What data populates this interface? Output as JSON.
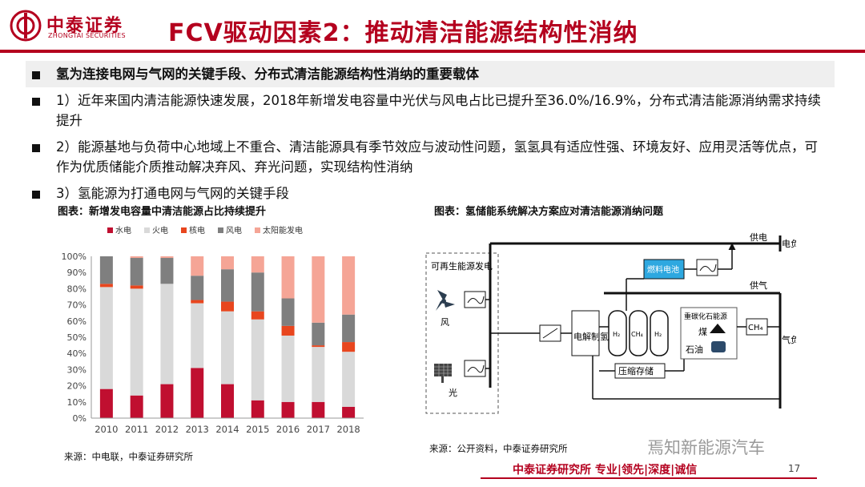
{
  "header": {
    "logo_cn": "中泰证券",
    "logo_en": "ZHONGTAI SECURITIES",
    "title": "FCV驱动因素2：推动清洁能源结构性消纳"
  },
  "bullets": [
    "氢为连接电网与气网的关键手段、分布式清洁能源结构性消纳的重要载体",
    "1）近年来国内清洁能源快速发展，2018年新增发电容量中光伏与风电占比已提升至36.0%/16.9%，分布式清洁能源消纳需求持续提升",
    "2）能源基地与负荷中心地域上不重合、清洁能源具有季节效应与波动性问题，氢氢具有适应性强、环境友好、应用灵活等优点，可作为优质储能介质推动解决弃风、弃光问题，实现结构性消纳",
    "3）氢能源为打通电网与气网的关键手段"
  ],
  "left_panel": {
    "caption": "图表：新增发电容量中清洁能源占比持续提升",
    "source": "来源：中电联，中泰证券研究所"
  },
  "right_panel": {
    "caption": "图表：氢储能系统解决方案应对清洁能源消纳问题",
    "source": "来源：公开资料，中泰证券研究所"
  },
  "chart_data": {
    "type": "bar",
    "stacked": true,
    "categories": [
      "2010",
      "2011",
      "2012",
      "2013",
      "2014",
      "2015",
      "2016",
      "2017",
      "2018"
    ],
    "y_ticks": [
      "0%",
      "10%",
      "20%",
      "30%",
      "40%",
      "50%",
      "60%",
      "70%",
      "80%",
      "90%",
      "100%"
    ],
    "ylim": [
      0,
      100
    ],
    "legend_position": "top",
    "series": [
      {
        "name": "水电",
        "color": "#c00f30",
        "values": [
          18,
          14,
          21,
          31,
          21,
          11,
          10,
          10,
          7
        ]
      },
      {
        "name": "火电",
        "color": "#d9d9d9",
        "values": [
          63,
          66,
          62,
          40,
          45,
          50,
          41,
          34,
          34
        ]
      },
      {
        "name": "核电",
        "color": "#e8461e",
        "values": [
          2,
          2,
          0,
          2,
          6,
          5,
          6,
          1,
          6
        ]
      },
      {
        "name": "风电",
        "color": "#7f7f7f",
        "values": [
          17,
          17,
          16,
          15,
          20,
          24,
          17,
          14,
          17
        ]
      },
      {
        "name": "太阳能发电",
        "color": "#f5a596",
        "values": [
          0,
          1,
          1,
          12,
          8,
          10,
          26,
          41,
          36
        ]
      }
    ]
  },
  "diagram": {
    "renewable_box": "可再生能源发电",
    "wind": "风",
    "solar": "光",
    "electrolysis": "电解制氢",
    "fuel_cell": "燃料电池",
    "compression": "压缩存储",
    "reforming": "重碳化石能源",
    "coal": "煤",
    "oil": "石油",
    "ch4": "CH₄",
    "supply_power": "供电",
    "supply_gas": "供气",
    "elec_load": "电负荷",
    "gas_load": "气负荷",
    "tank_labels": [
      "H₂",
      "CH₄",
      "H₂"
    ]
  },
  "footer": {
    "slogan": "中泰证券研究所 专业|领先|深度|诚信",
    "page_number": "17",
    "watermark": "焉知新能源汽车"
  }
}
